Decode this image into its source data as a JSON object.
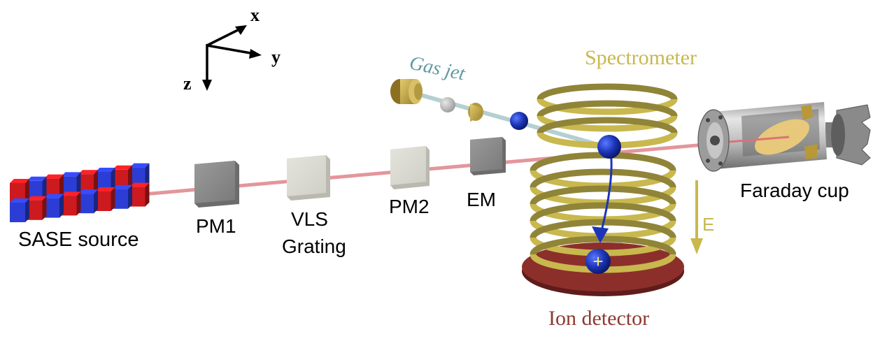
{
  "axes": {
    "x": "x",
    "y": "y",
    "z": "z"
  },
  "labels": {
    "gas_jet": "Gas jet",
    "spectrometer": "Spectrometer",
    "faraday_cup": "Faraday cup",
    "sase_source": "SASE source",
    "pm1": "PM1",
    "vls_line1": "VLS",
    "vls_line2": "Grating",
    "pm2": "PM2",
    "em": "EM",
    "field": "E",
    "ion_detector": "Ion detector",
    "ion_charge": "+"
  },
  "colors": {
    "beam": "#d9737a",
    "undulator_red": "#cc1a1e",
    "undulator_blue": "#2c3dd6",
    "spectrometer_gold": "#c8b84e",
    "gas_jet_label": "#5f9aa0",
    "gas_jet_line": "#b5cfd2",
    "ion_detector": "#8c2f2b",
    "ion_detector_label": "#8c3a30",
    "particle": "#1c35b8",
    "field_arrow": "#c8b84e"
  }
}
